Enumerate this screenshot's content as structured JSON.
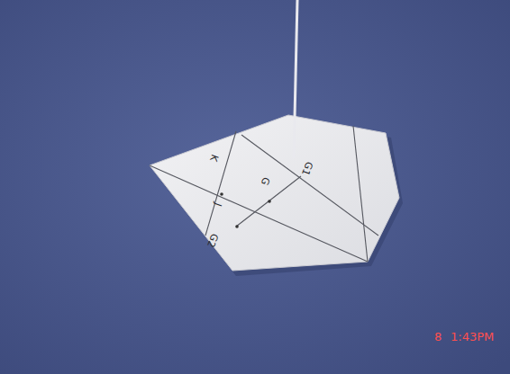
{
  "diagram": {
    "labels": [
      "K",
      "J",
      "G",
      "G1",
      "G2",
      "8",
      "1:43PM"
    ]
  }
}
